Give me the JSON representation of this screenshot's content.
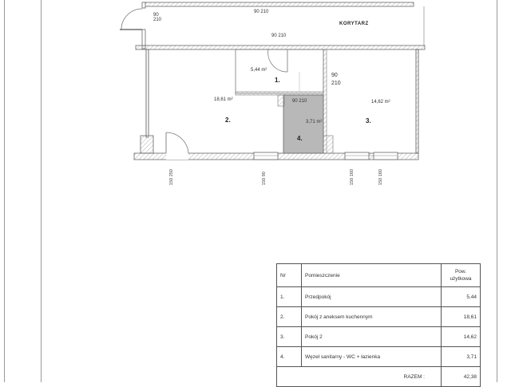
{
  "plan": {
    "corridor_label": "KORYTARZ",
    "rooms": [
      {
        "number": "1.",
        "area": "5,44 m²"
      },
      {
        "number": "2.",
        "area": "18,61 m²"
      },
      {
        "number": "3.",
        "area": "14,62 m²"
      },
      {
        "number": "4.",
        "area": "3,71 m²"
      }
    ],
    "door_dims": [
      {
        "w": "90",
        "h": "210"
      },
      {
        "w": "90",
        "h": "210"
      },
      {
        "w": "90",
        "h": "210"
      },
      {
        "w": "90",
        "h": "210"
      },
      {
        "w": "90",
        "h": "210"
      }
    ],
    "window_dims": [
      "150 250",
      "150 90",
      "150 160",
      "150 160"
    ]
  },
  "table": {
    "headers": {
      "nr": "Nr",
      "room": "Pomieszczenie",
      "area_line1": "Pow.",
      "area_line2": "użytkowa"
    },
    "rows": [
      {
        "nr": "1.",
        "room": "Przedpokój",
        "area": "5,44"
      },
      {
        "nr": "2.",
        "room": "Pokój z aneksem kuchennym",
        "area": "18,61"
      },
      {
        "nr": "3.",
        "room": "Pokój 2",
        "area": "14,62"
      },
      {
        "nr": "4.",
        "room": "Węzeł sanitarny - WC + łazienka",
        "area": "3,71"
      }
    ],
    "total_label": "RAZEM :",
    "total_value": "42,38"
  },
  "colors": {
    "bathroom_fill": "#b8b8b8",
    "wall": "#555555",
    "hatch": "#cfcfcf"
  }
}
